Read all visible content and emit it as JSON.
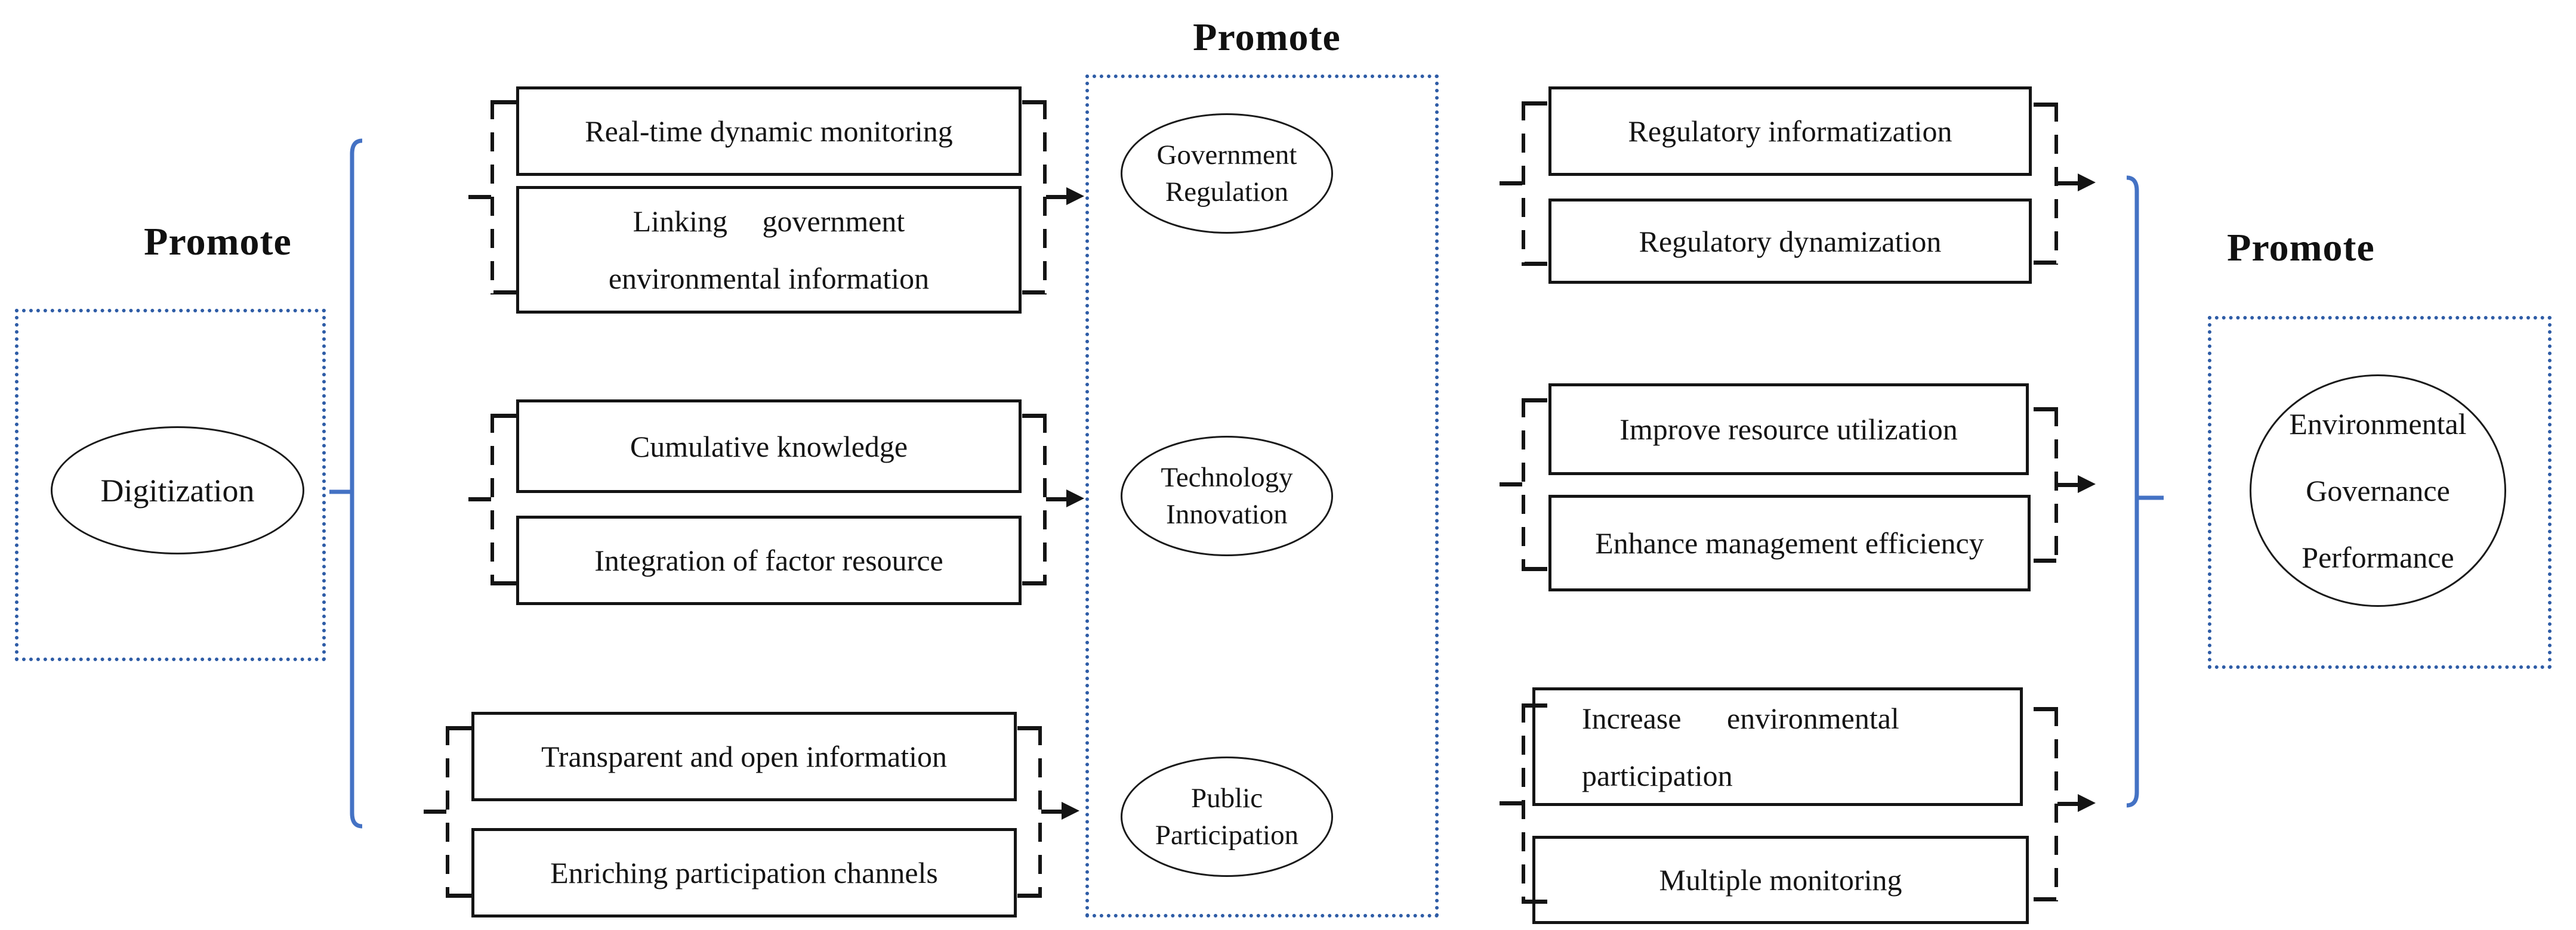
{
  "colors": {
    "brace_blue": "#4472C4",
    "dotted_box_blue": "#2E5CA6",
    "line_black": "#141414",
    "background": "#FFFFFF"
  },
  "left": {
    "promote_label": "Promote",
    "digitization_label": "Digitization"
  },
  "mechanism_boxes": {
    "regulation": {
      "box1": "Real-time dynamic monitoring",
      "box2_line1": "Linking government",
      "box2_line2": "environmental information"
    },
    "technology": {
      "box1": "Cumulative knowledge",
      "box2": "Integration of factor resource"
    },
    "participation": {
      "box1": "Transparent and open information",
      "box2": "Enriching participation channels"
    }
  },
  "center": {
    "promote_label": "Promote",
    "ellipse1_line1": "Government",
    "ellipse1_line2": "Regulation",
    "ellipse2_line1": "Technology",
    "ellipse2_line2": "Innovation",
    "ellipse3_line1": "Public",
    "ellipse3_line2": "Participation"
  },
  "outcome_boxes": {
    "regulation": {
      "box1": "Regulatory informatization",
      "box2": "Regulatory dynamization"
    },
    "technology": {
      "box1": "Improve resource utilization",
      "box2": "Enhance management efficiency"
    },
    "participation": {
      "box1_line1": "Increase environmental",
      "box1_line2": "participation",
      "box2": "Multiple monitoring"
    }
  },
  "right": {
    "promote_label": "Promote",
    "performance_line1": "Environmental",
    "performance_line2": "Governance",
    "performance_line3": "Performance"
  }
}
